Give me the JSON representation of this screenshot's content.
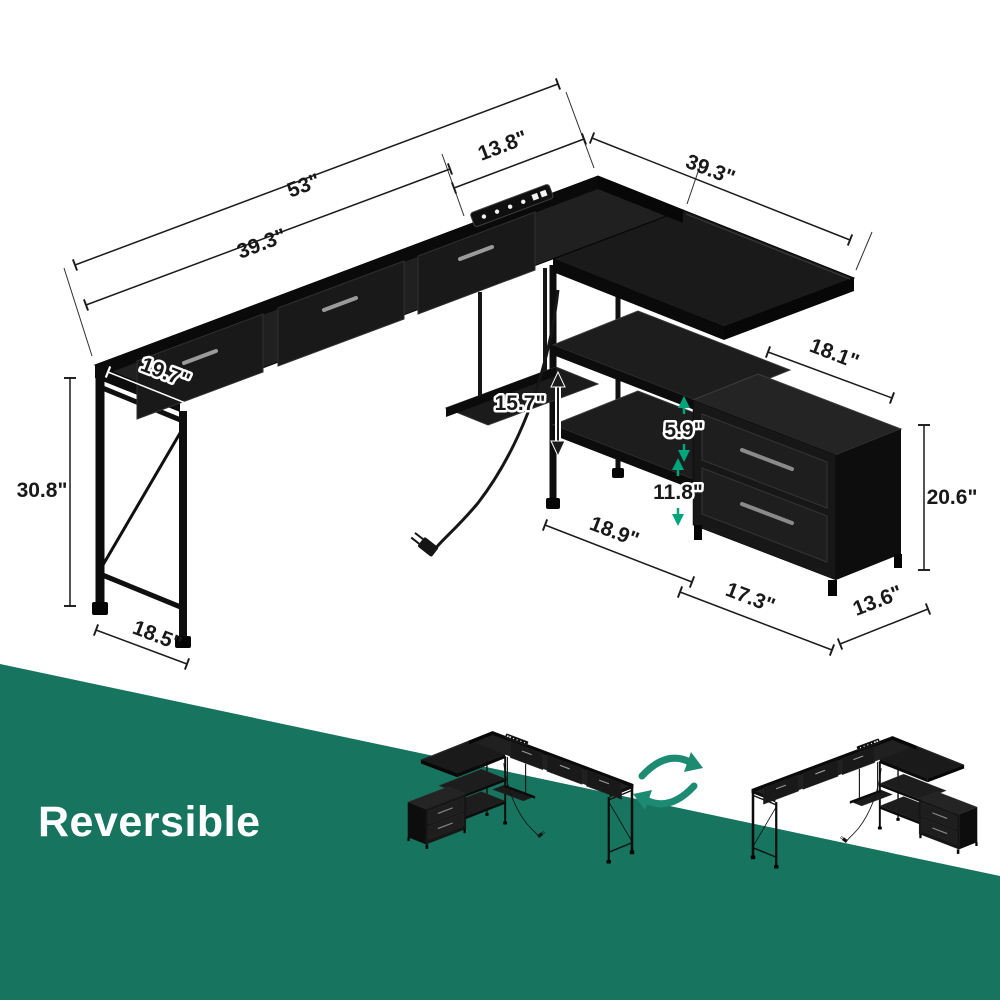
{
  "dims": {
    "full_length": "53\"",
    "corner_width": "13.8\"",
    "right_length": "39.3\"",
    "left_length": "39.3\"",
    "desk_depth": "19.7\"",
    "desk_height": "30.8\"",
    "foot_depth": "18.5\"",
    "tray_clearance": "15.7\"",
    "shelf_gap_small": "5.9\"",
    "shelf_gap_large": "11.8\"",
    "shelf_length": "18.9\"",
    "cabinet_width": "17.3\"",
    "cabinet_depth": "13.6\"",
    "cabinet_top_depth": "18.1\"",
    "cabinet_height": "20.6\""
  },
  "banner": {
    "label": "Reversible",
    "color": "#16745F"
  },
  "colors": {
    "accent_green": "#00A57E",
    "ink": "#1B1B1B",
    "desk_black": "#1C1C1C"
  },
  "icons": {
    "swap": "swap-arrows-icon"
  }
}
